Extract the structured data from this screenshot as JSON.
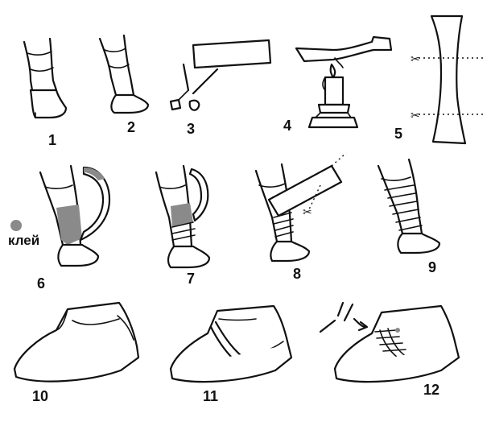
{
  "steps": [
    {
      "label": "1"
    },
    {
      "label": "2"
    },
    {
      "label": "3"
    },
    {
      "label": "4"
    },
    {
      "label": "5"
    },
    {
      "label": "6"
    },
    {
      "label": "7"
    },
    {
      "label": "8"
    },
    {
      "label": "9"
    },
    {
      "label": "10"
    },
    {
      "label": "11"
    },
    {
      "label": "12"
    }
  ],
  "glue_label": "клей",
  "colors": {
    "ink": "#111111",
    "glue_grey": "#8a8a8a",
    "paper": "#ffffff"
  }
}
